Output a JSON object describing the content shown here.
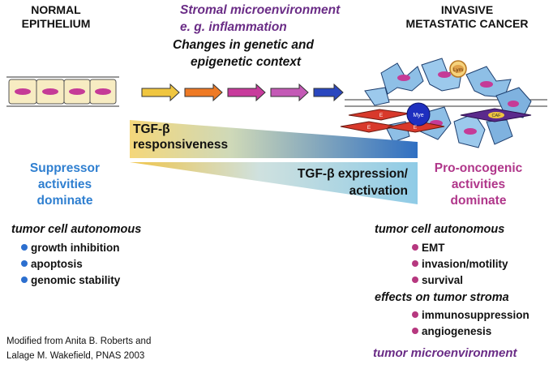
{
  "left_header": [
    "NORMAL",
    "EPITHELIUM"
  ],
  "right_header": [
    "INVASIVE",
    "METASTATIC CANCER"
  ],
  "top_text": {
    "line1": "Stromal microenvironment",
    "line2": "e. g. inflammation",
    "line3": "Changes in genetic and",
    "line4": "epigenetic context"
  },
  "tgf_responsiveness": [
    "TGF-β",
    "responsiveness"
  ],
  "tgf_expression": [
    "TGF-β expression/",
    "activation"
  ],
  "suppressor": [
    "Suppressor",
    "activities",
    "dominate"
  ],
  "pro_oncogenic": [
    "Pro-oncogenic",
    "activities",
    "dominate"
  ],
  "left_list": {
    "heading": "tumor cell autonomous",
    "items": [
      "growth inhibition",
      "apoptosis",
      "genomic stability"
    ]
  },
  "right_list": {
    "heading1": "tumor cell autonomous",
    "items1": [
      "EMT",
      "invasion/motility",
      "survival"
    ],
    "heading2": "effects on tumor stroma",
    "items2": [
      "immunosuppression",
      "angiogenesis"
    ],
    "footer": "tumor microenvironment"
  },
  "cell_labels": {
    "lym": "Lym",
    "mye": "Mye",
    "e": "E",
    "caf": "CAF"
  },
  "credit": [
    "Modified from  Anita B. Roberts and",
    "Lalage M. Wakefield, PNAS 2003"
  ],
  "colors": {
    "purple": "#6a2c86",
    "blue": "#2f7fd0",
    "magenta": "#b0368a",
    "dot_blue": "#2c6fcf",
    "dot_magenta": "#b6387f"
  }
}
